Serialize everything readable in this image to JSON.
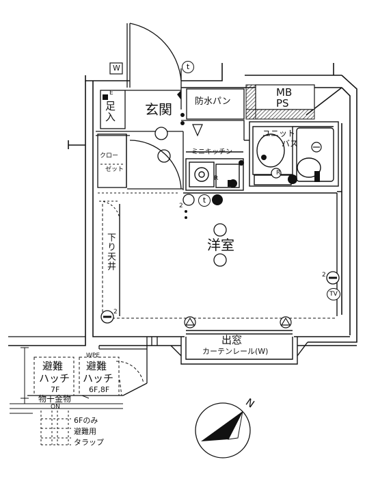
{
  "labels": {
    "w_mark": "W",
    "t_mark": "t",
    "genkan": "玄関",
    "geta": "足入",
    "bousui": "防水パン",
    "mb": "MB",
    "ps": "PS",
    "unit": "ユニット",
    "bath": "バス",
    "kitchen": "ミニキッチン",
    "closet_1": "クロー",
    "closet_2": "ゼット",
    "sagari": "下り天井",
    "youshitsu": "洋室",
    "demado": "出窓",
    "curtain": "カーテンレール(W)",
    "hinan1": "避難",
    "hatch1": "ハッチ",
    "hinan2": "避難",
    "hatch2": "ハッチ",
    "floor7": "7F",
    "floor68": "6F,8F",
    "wpe": "WPE",
    "monohoshi": "物干金物",
    "on": "ON",
    "sixf_only": "6Fのみ",
    "hinan_use": "避難用",
    "tarappu": "タラップ",
    "tv": "TV",
    "r1": "R",
    "r2": "R",
    "e_mark": "E",
    "two_a": "2",
    "two_b": "2",
    "two_c": "2",
    "north": "N"
  }
}
